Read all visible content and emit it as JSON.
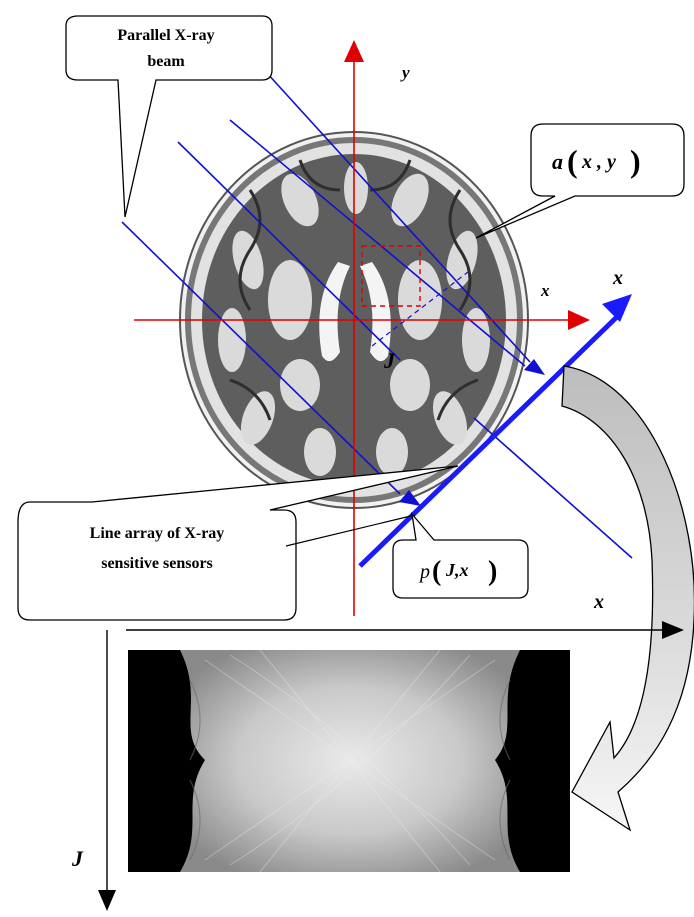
{
  "callouts": {
    "beam": {
      "line1": "Parallel X-ray",
      "line2": "beam"
    },
    "object": {
      "func": "a",
      "open": "(",
      "args": "x , y",
      "close": ")"
    },
    "sensors": {
      "line1": "Line array of X-ray",
      "line2": "sensitive sensors"
    },
    "projection": {
      "func": "p",
      "args": "J,x"
    }
  },
  "axes": {
    "x_label": "x",
    "y_label": "y",
    "angle_label": "J",
    "detector_axis_label": "x",
    "sinogram_x_label": "x",
    "sinogram_theta_label": "J"
  },
  "colors": {
    "axes": "#e00000",
    "rays": "#1010d0",
    "detector": "#1a1aff",
    "callout_border": "#000000",
    "sinogram_bg": "#000000"
  },
  "icons": {
    "brain": "brain-ct-slice",
    "sinogram": "sinogram-image",
    "transfer": "curved-arrow-icon"
  }
}
